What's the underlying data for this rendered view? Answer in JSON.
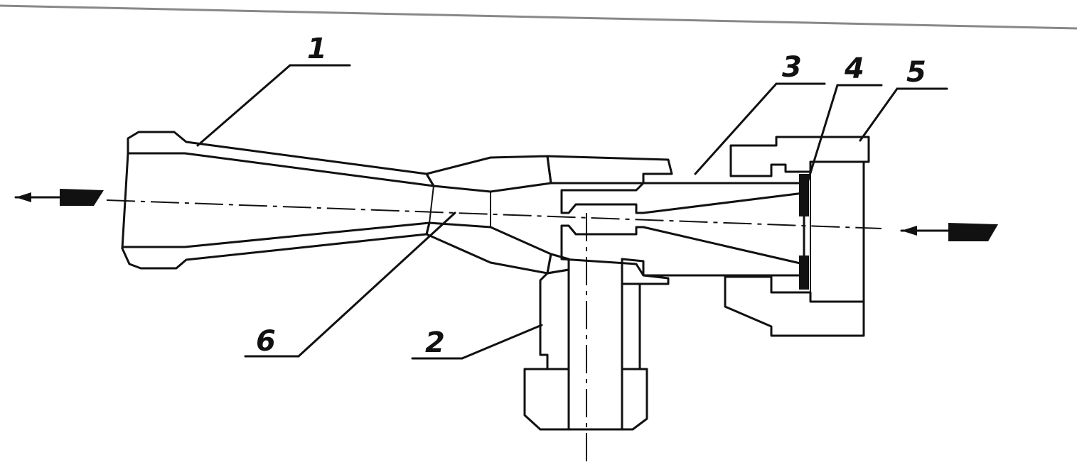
{
  "figure": {
    "labels": [
      {
        "id": "1",
        "text": "1"
      },
      {
        "id": "2",
        "text": "2"
      },
      {
        "id": "3",
        "text": "3"
      },
      {
        "id": "4",
        "text": "4"
      },
      {
        "id": "5",
        "text": "5"
      },
      {
        "id": "6",
        "text": "6"
      }
    ]
  },
  "colors": {
    "ink": "#111111",
    "paper": "#ffffff",
    "border": "#888888"
  }
}
